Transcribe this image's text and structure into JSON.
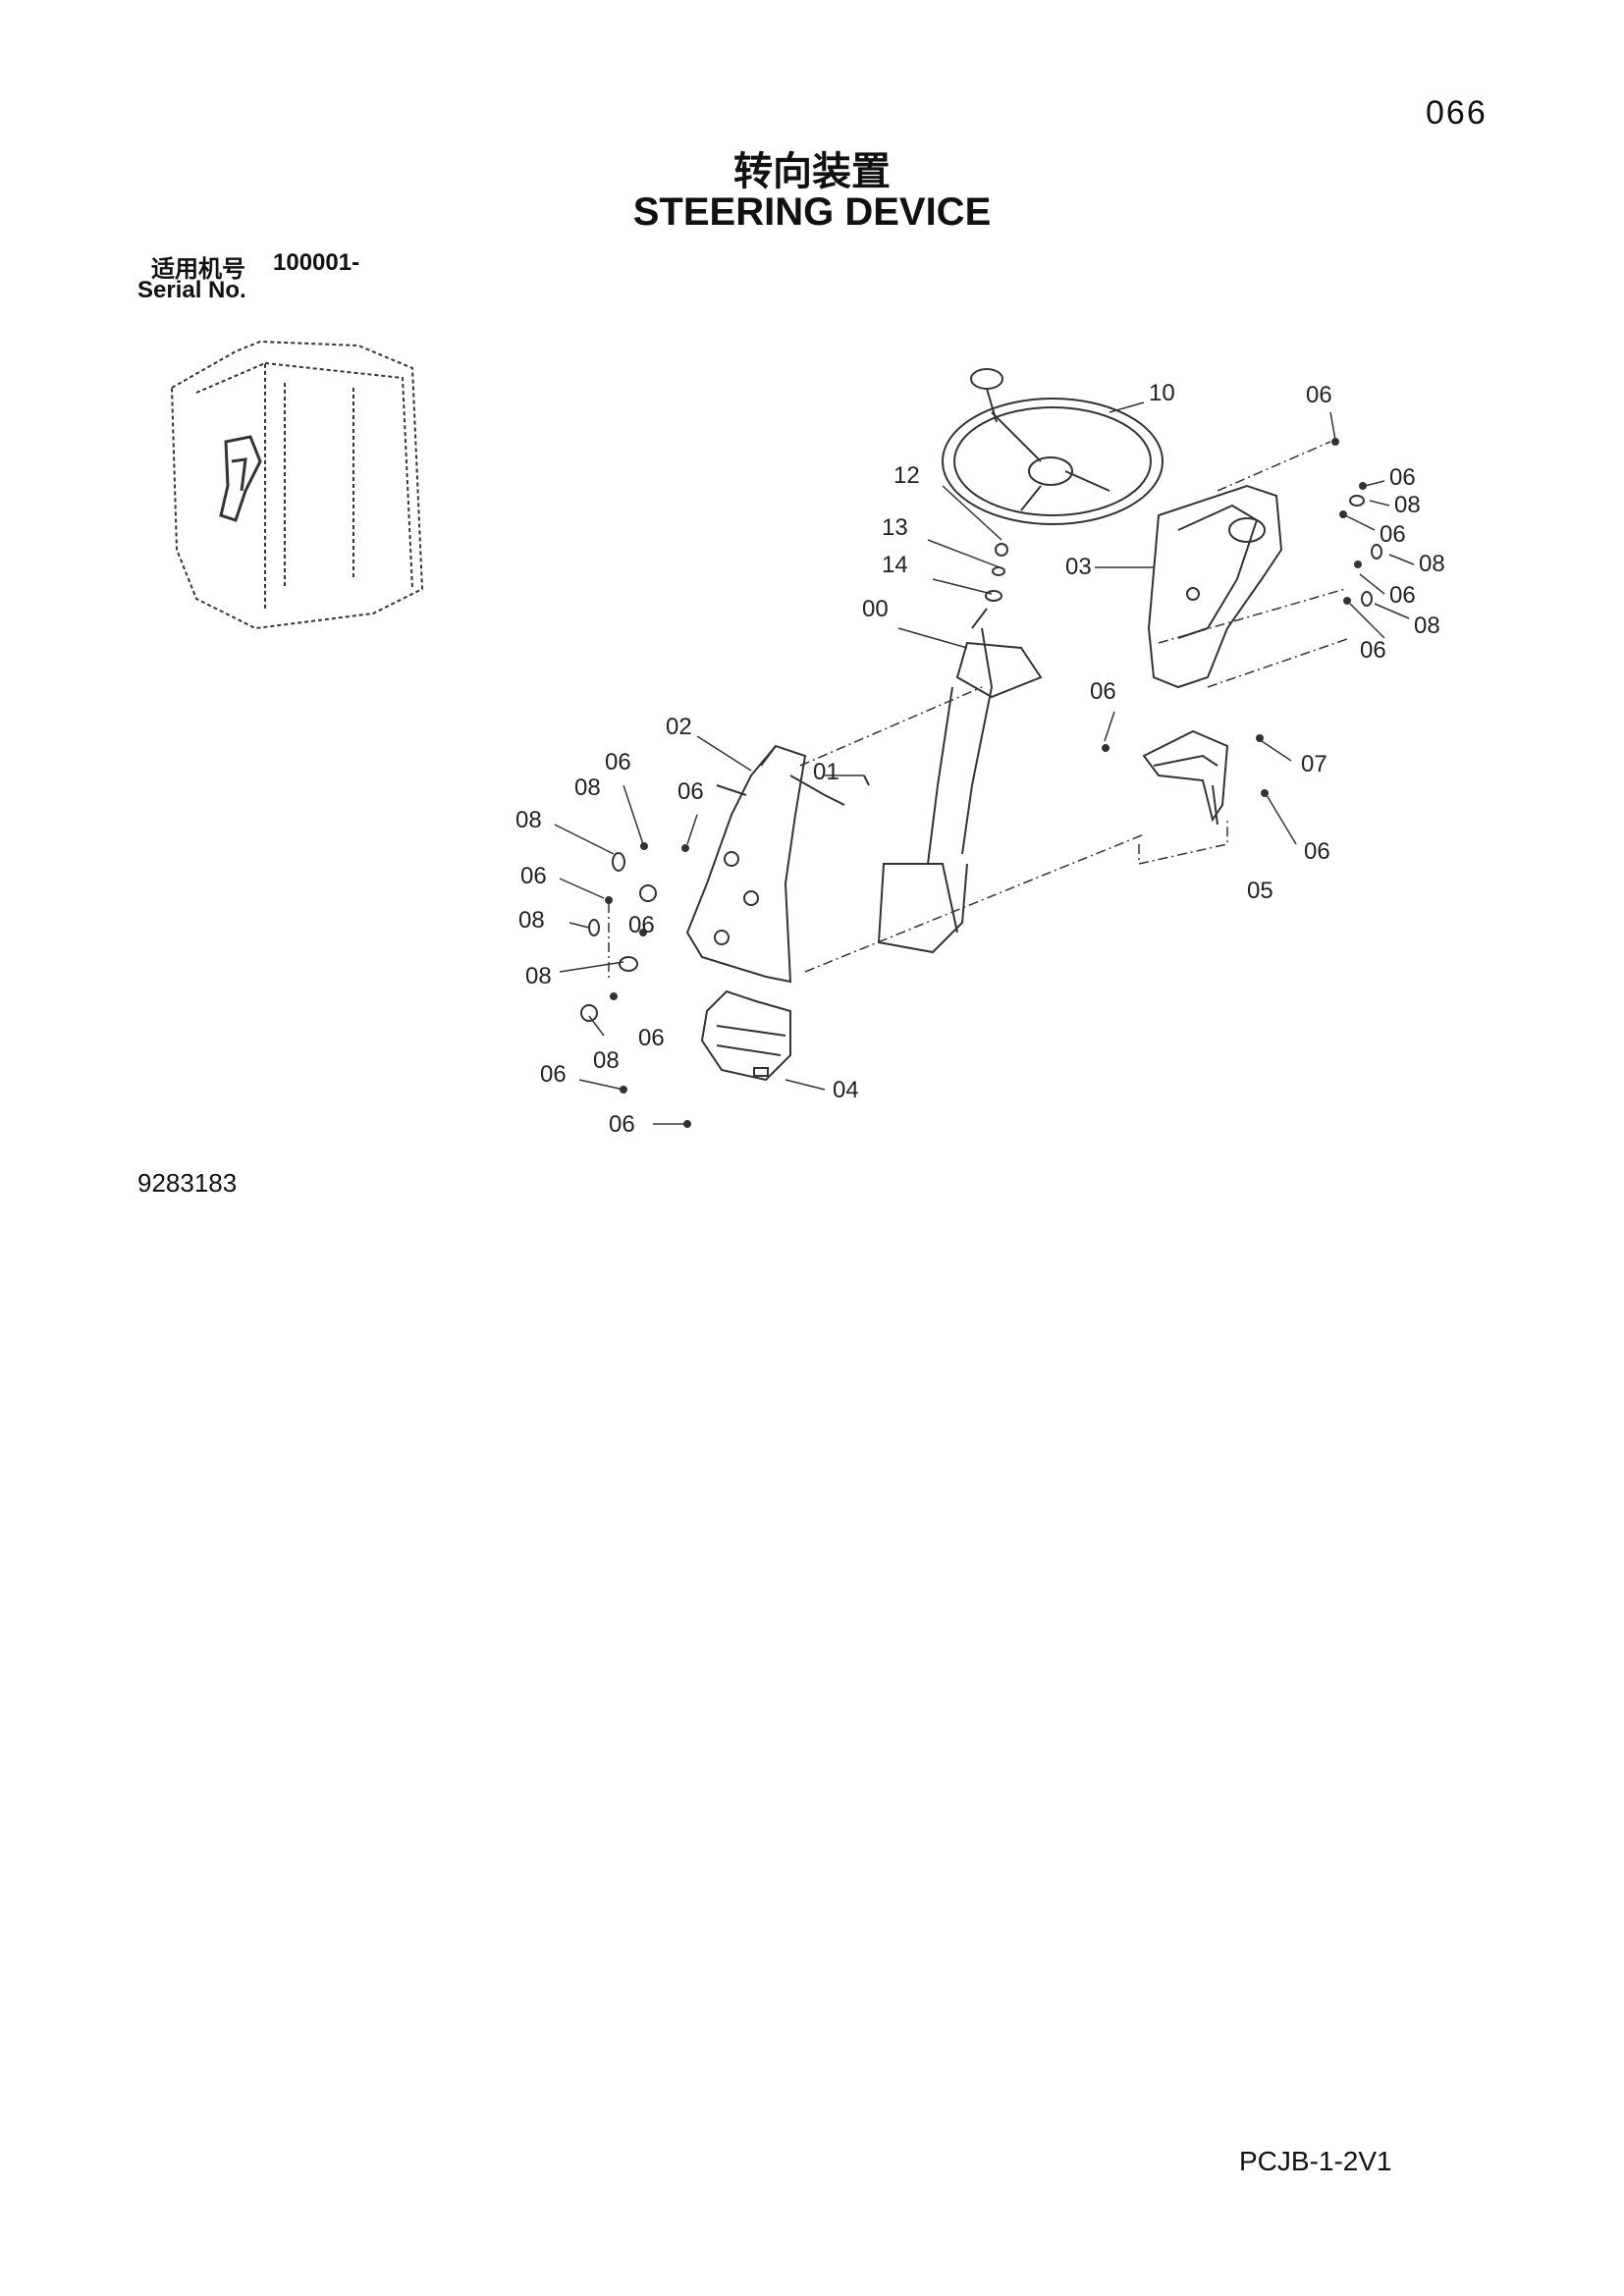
{
  "page_number": "066",
  "title_cn": "转向装置",
  "title_en": "STEERING DEVICE",
  "serial": {
    "label_cn": "适用机号",
    "value": "100001-",
    "label_en": "Serial No."
  },
  "drawing_number": "9283183",
  "footer_code": "PCJB-1-2V1",
  "callouts": {
    "c10": "10",
    "c06a": "06",
    "c06b": "06",
    "c08a": "08",
    "c06c": "06",
    "c08b": "08",
    "c06d": "06",
    "c08c": "08",
    "c06e": "06",
    "c12": "12",
    "c13": "13",
    "c14": "14",
    "c00": "00",
    "c03": "03",
    "c06f": "06",
    "c07": "07",
    "c06g": "06",
    "c05": "05",
    "c02": "02",
    "c01": "01",
    "c06h": "06",
    "c08d": "08",
    "c06i": "06",
    "c08e": "08",
    "c06j": "06",
    "c08f": "08",
    "c06k": "06",
    "c08g": "08",
    "c08h": "08",
    "c06l": "06",
    "c06m": "06",
    "c06n": "06",
    "c04": "04"
  }
}
